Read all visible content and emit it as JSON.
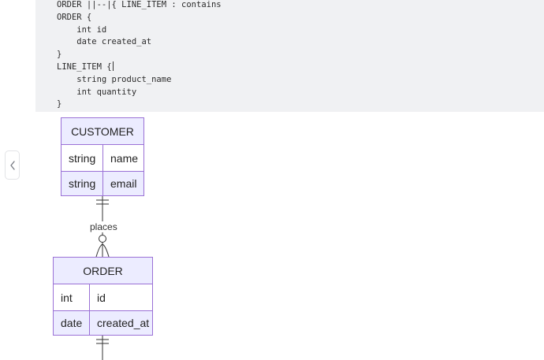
{
  "code": {
    "lines": [
      "ORDER ||--|{ LINE_ITEM : contains",
      "ORDER {",
      "    int id",
      "    date created_at",
      "}",
      "LINE_ITEM {",
      "    string product_name",
      "    int quantity",
      "}"
    ]
  },
  "sidebar": {
    "collapse_icon": "chevron-left-icon"
  },
  "diagram": {
    "entities": {
      "customer": {
        "name": "CUSTOMER",
        "attributes": [
          {
            "type": "string",
            "name": "name"
          },
          {
            "type": "string",
            "name": "email"
          }
        ]
      },
      "order": {
        "name": "ORDER",
        "attributes": [
          {
            "type": "int",
            "name": "id"
          },
          {
            "type": "date",
            "name": "created_at"
          }
        ]
      }
    },
    "relationships": {
      "places_label": "places"
    },
    "colors": {
      "entity_border": "#9a70d6",
      "entity_fill": "#ececff",
      "line": "#333333",
      "code_background": "#f0f1f3"
    }
  }
}
